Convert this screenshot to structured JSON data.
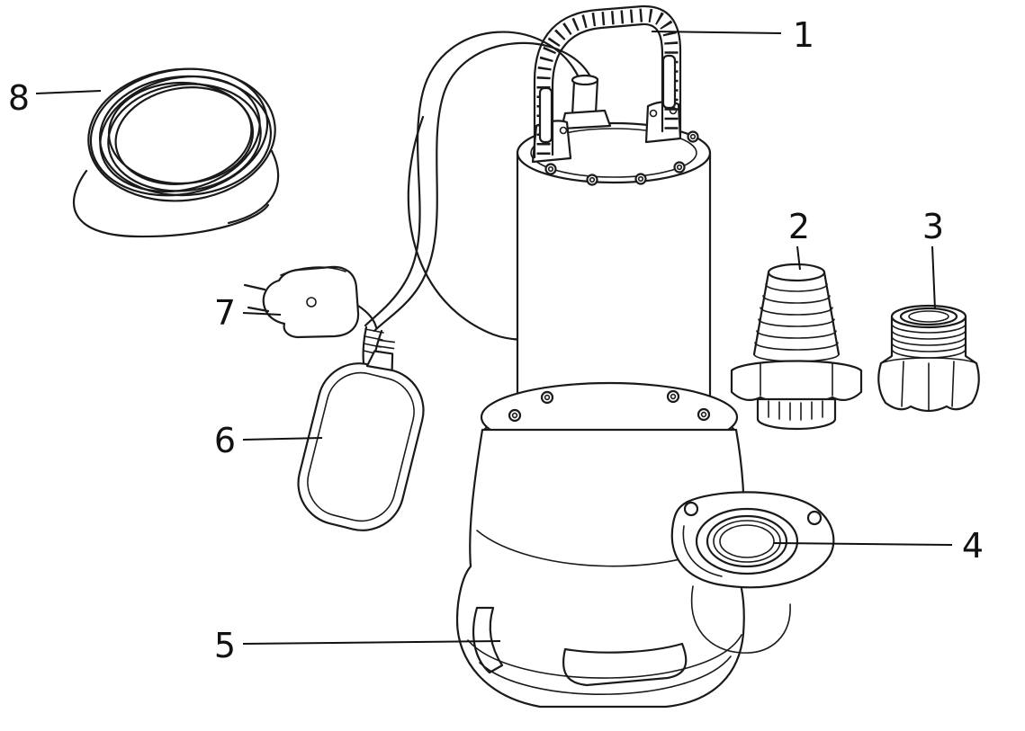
{
  "diagram": {
    "figure": "submersible-pump-exploded-parts-diagram",
    "background_color": "#ffffff",
    "line_color": "#1a1a1a",
    "number_color": "#111111",
    "callouts": [
      {
        "number": "1",
        "part": "carrying-handle"
      },
      {
        "number": "2",
        "part": "threaded-hose-connector"
      },
      {
        "number": "3",
        "part": "threaded-adapter-nut"
      },
      {
        "number": "4",
        "part": "discharge-outlet-flange"
      },
      {
        "number": "5",
        "part": "pump-housing-base"
      },
      {
        "number": "6",
        "part": "float-switch"
      },
      {
        "number": "7",
        "part": "mains-plug"
      },
      {
        "number": "8",
        "part": "power-cable-coil"
      }
    ]
  }
}
